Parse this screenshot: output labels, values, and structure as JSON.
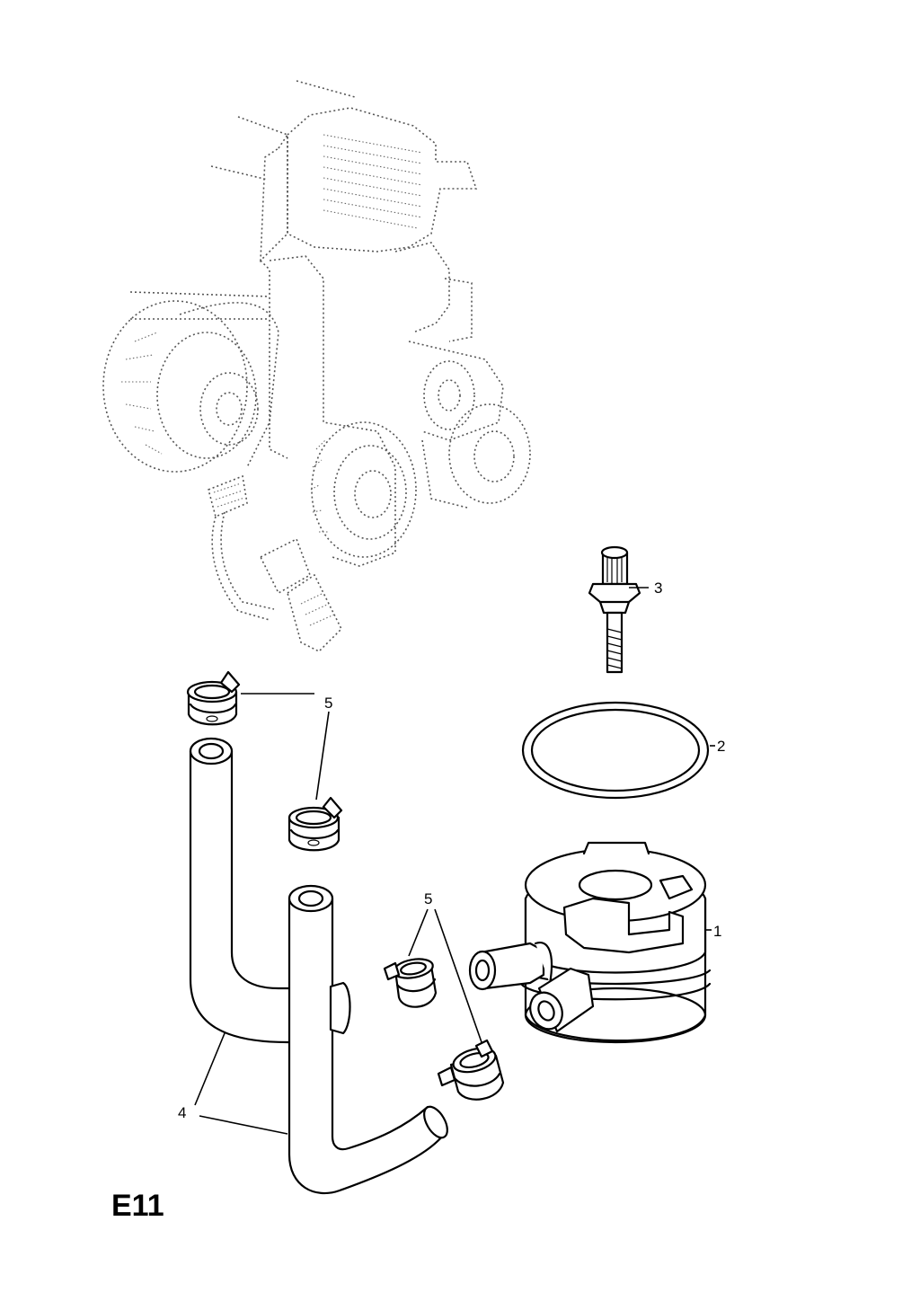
{
  "diagram": {
    "code": "E11",
    "callouts": {
      "oil_cooler": "1",
      "seal_ring": "2",
      "bolt": "3",
      "hose": "4",
      "clip_upper": "5",
      "clip_middle": "5"
    }
  }
}
